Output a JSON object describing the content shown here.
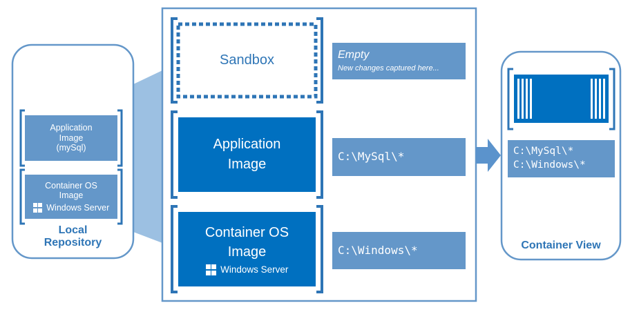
{
  "colors": {
    "accent": "#2e75b6",
    "layer_fill": "#0070c0",
    "light_fill": "#6497c9",
    "funnel": "#9cc0e2",
    "white": "#ffffff"
  },
  "local_repository": {
    "label": "Local\nRepository",
    "application_image": "Application\nImage\n(mySql)",
    "container_os_image": "Container OS\nImage",
    "windows_server": "Windows Server"
  },
  "layers": {
    "sandbox": "Sandbox",
    "application_image": "Application\nImage",
    "container_os_image": "Container OS\nImage",
    "windows_server": "Windows Server"
  },
  "notes": {
    "sandbox_title": "Empty",
    "sandbox_detail": "New changes captured here...",
    "application_path": "C:\\MySql\\*",
    "os_path": "C:\\Windows\\*"
  },
  "container_view": {
    "label": "Container View",
    "paths": "C:\\MySql\\*\nC:\\Windows\\*"
  },
  "icons": [
    "windows-logo-icon",
    "arrow-right-icon",
    "container-icon"
  ]
}
